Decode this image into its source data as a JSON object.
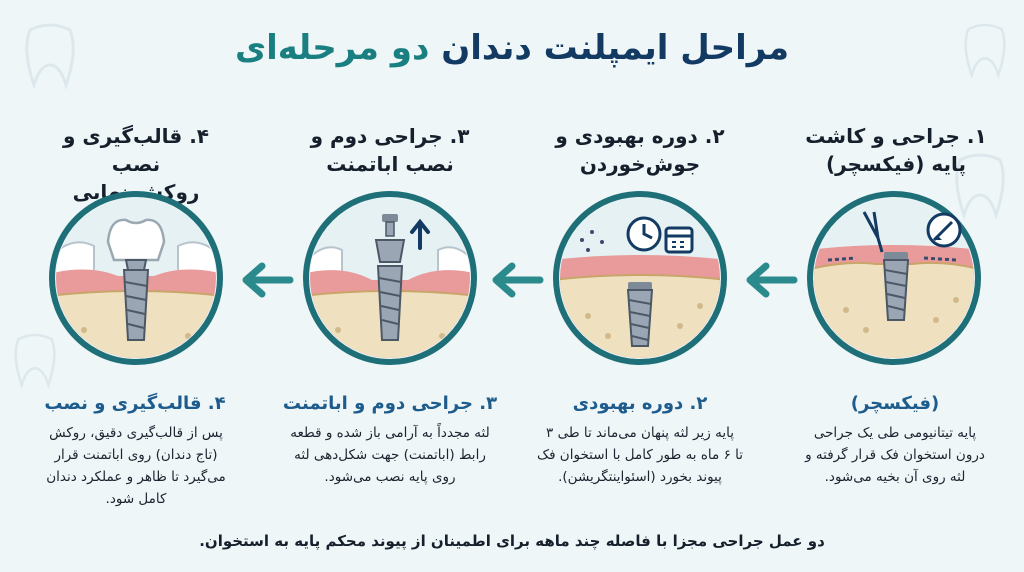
{
  "title": {
    "main": "مراحل ایمپلنت دندان",
    "accent": "دو مرحله‌ای"
  },
  "steps": [
    {
      "heading_line1": "۱. جراحی و کاشت",
      "heading_line2": "پایه (فیکسچر)",
      "sub_title": "(فیکسچر)",
      "desc_line1": "پایه تیتانیومی طی یک جراحی",
      "desc_line2": "درون استخوان فک قرار گرفته و",
      "desc_line3": "لثه روی آن بخیه می‌شود."
    },
    {
      "heading_line1": "۲. دوره بهبودی و",
      "heading_line2": "جوش‌خوردن",
      "sub_title": "۲. دوره بهبودی",
      "desc_line1": "پایه زیر لثه پنهان می‌ماند تا طی ۳",
      "desc_line2": "تا ۶ ماه به طور کامل با استخوان فک",
      "desc_line3": "پیوند بخورد (اسئواینتگریشن)."
    },
    {
      "heading_line1": "۳. جراحی دوم و",
      "heading_line2": "نصب اباتمنت",
      "sub_title": "۳. جراحی دوم و اباتمنت",
      "desc_line1": "لثه مجدداً به آرامی باز شده و قطعه",
      "desc_line2": "رابط (اباتمنت) جهت شکل‌دهی لثه",
      "desc_line3": "روی پایه نصب می‌شود."
    },
    {
      "heading_line1": "۴. قالب‌گیری و نصب",
      "heading_line2": "روکش نهایی",
      "sub_title": "۴. قالب‌گیری و نصب",
      "desc_line1": "پس از قالب‌گیری دقیق، روکش",
      "desc_line2": "(تاج دندان) روی اباتمنت قرار",
      "desc_line3": "می‌گیرد تا ظاهر و عملکرد دندان",
      "desc_line4": "کامل شود."
    }
  ],
  "footer": "دو عمل جراحی مجزا با فاصله چند ماهه برای اطمینان از پیوند محکم پایه به استخوان.",
  "colors": {
    "title": "#123a63",
    "accent": "#1a7f80",
    "ring": "#1f6f78",
    "gum": "#e99a9a",
    "bone": "#efe0c0",
    "arrow": "#2a8a8c"
  },
  "icons": [
    "scalpel-icon",
    "forceps-icon",
    "clock-icon",
    "calendar-icon",
    "up-arrow-icon",
    "crown-icon",
    "implant-screw-icon"
  ]
}
